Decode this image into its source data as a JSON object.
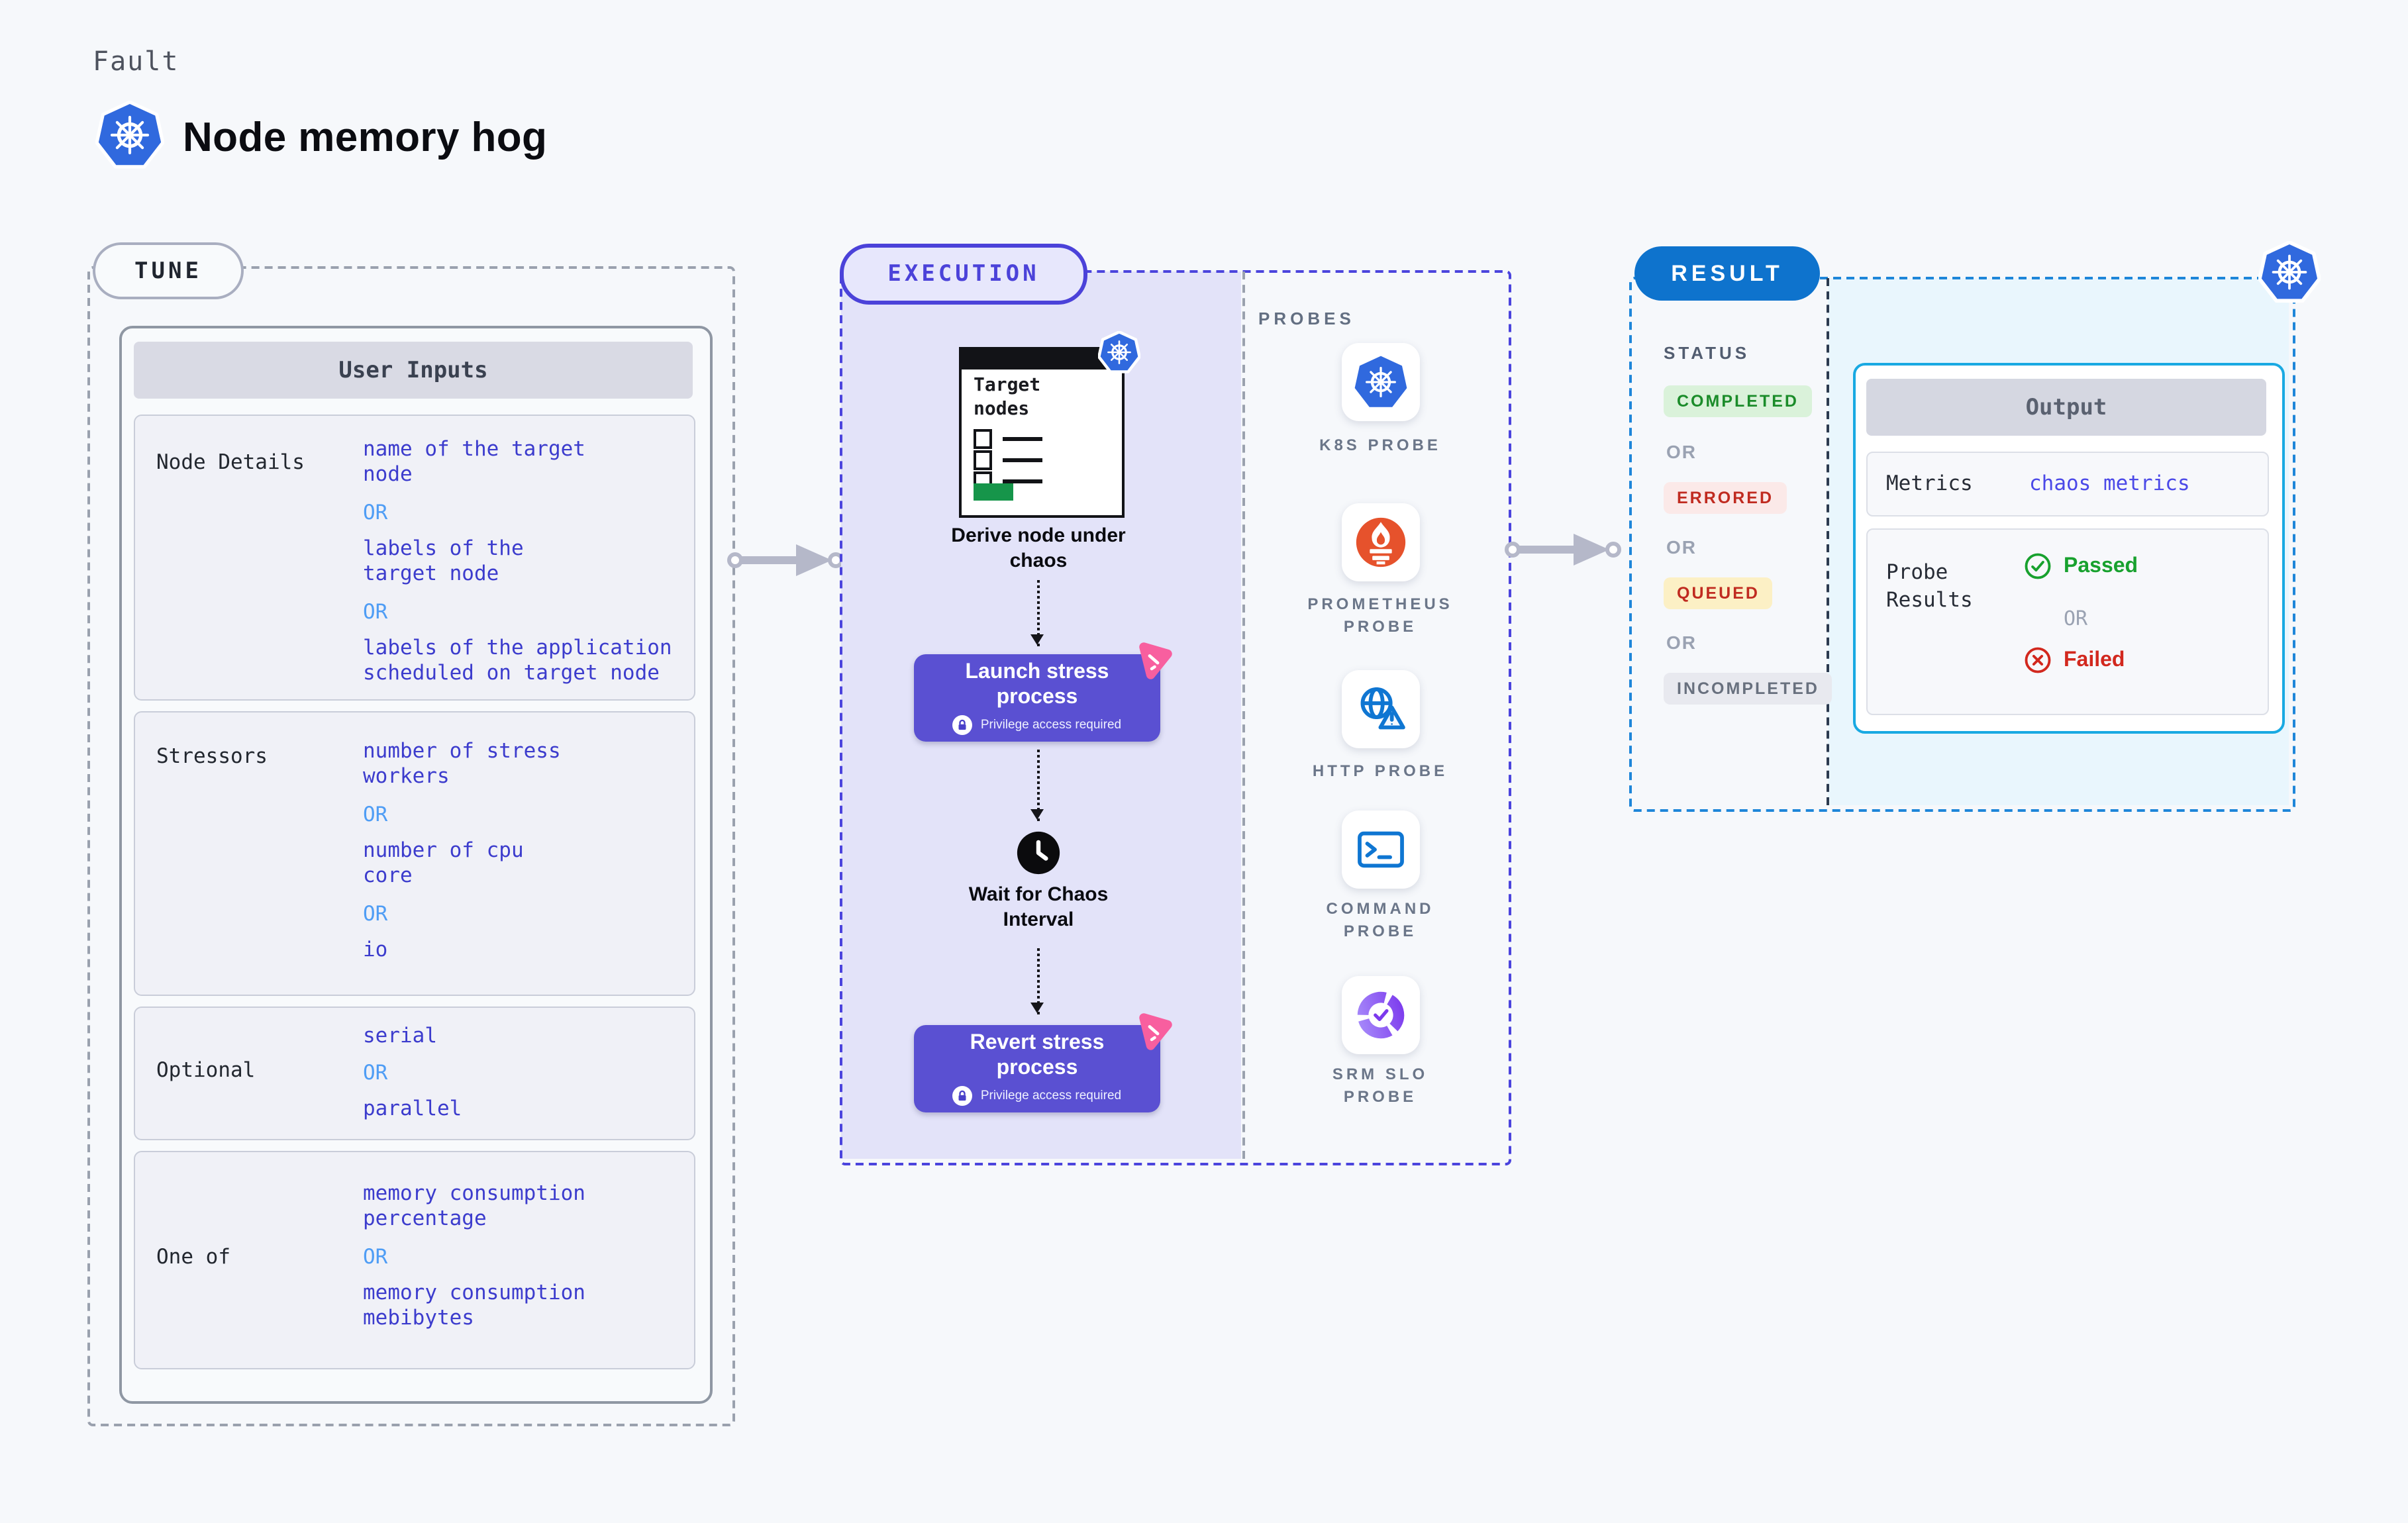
{
  "page": {
    "kind_label": "Fault",
    "title": "Node memory hog"
  },
  "colors": {
    "accent_indigo": "#4b42d9",
    "button_indigo": "#5a50d2",
    "result_blue": "#0e73cd",
    "output_cyan": "#19a9e2",
    "passed_green": "#18a12e",
    "failed_red": "#d2281e",
    "value_indigo": "#3c3ccd",
    "or_blue": "#4f9df5"
  },
  "tune": {
    "badge": "TUNE",
    "panel_title": "User Inputs",
    "node_details": {
      "label": "Node Details",
      "v1": "name of the target\nnode",
      "or1": "OR",
      "v2": "labels of the\ntarget node",
      "or2": "OR",
      "v3": "labels of the application\n scheduled on target node"
    },
    "stressors": {
      "label": "Stressors",
      "v1": "number of stress\nworkers",
      "or1": "OR",
      "v2": "number of cpu\ncore",
      "or2": "OR",
      "v3": "io"
    },
    "optional": {
      "label": "Optional",
      "v1": "serial",
      "or1": "OR",
      "v2": "parallel"
    },
    "one_of": {
      "label": "One of",
      "v1": "memory consumption\npercentage",
      "or1": "OR",
      "v2": "memory consumption\nmebibytes"
    }
  },
  "execution": {
    "badge": "EXECUTION",
    "derive": {
      "card_title": "Target\nnodes",
      "caption": "Derive node under\nchaos"
    },
    "launch": {
      "title": "Launch stress\nprocess",
      "note": "Privilege access required"
    },
    "wait_caption": "Wait for Chaos\nInterval",
    "revert": {
      "title": "Revert stress\nprocess",
      "note": "Privilege access required"
    },
    "probes": {
      "label": "PROBES",
      "k8s": "K8S PROBE",
      "prometheus": "PROMETHEUS\nPROBE",
      "http": "HTTP PROBE",
      "command": "COMMAND\nPROBE",
      "srm": "SRM SLO\nPROBE"
    }
  },
  "result": {
    "badge": "RESULT",
    "status": {
      "label": "STATUS",
      "completed": "COMPLETED",
      "or1": "OR",
      "errored": "ERRORED",
      "or2": "OR",
      "queued": "QUEUED",
      "or3": "OR",
      "incompleted": "INCOMPLETED"
    },
    "output": {
      "title": "Output",
      "metrics_label": "Metrics",
      "metrics_value": "chaos metrics",
      "probe_label": "Probe\nResults",
      "passed": "Passed",
      "or": "OR",
      "failed": "Failed"
    }
  }
}
